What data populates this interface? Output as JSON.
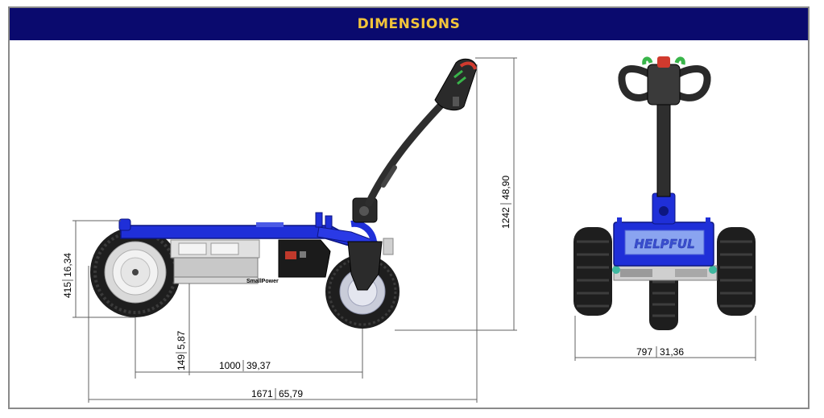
{
  "header": {
    "title": "DIMENSIONS"
  },
  "colors": {
    "header_bg": "#0a0a6e",
    "header_text": "#f2c43a",
    "frame_blue": "#1f2fd8",
    "tire": "#202020",
    "handle_accent": "#39b54a",
    "dimension_line": "#606060"
  },
  "side_view": {
    "dim_total_height": {
      "mm": "1242",
      "in": "48,90"
    },
    "dim_frame_height": {
      "mm": "415",
      "in": "16,34"
    },
    "dim_ground_clearance": {
      "mm": "149",
      "in": "5,87"
    },
    "dim_wheelbase": {
      "mm": "1000",
      "in": "39,37"
    },
    "dim_total_length": {
      "mm": "1671",
      "in": "65,79"
    },
    "side_plate_text": "SmallPower"
  },
  "front_view": {
    "brand_text": "HELPFUL",
    "dim_width": {
      "mm": "797",
      "in": "31,36"
    }
  }
}
